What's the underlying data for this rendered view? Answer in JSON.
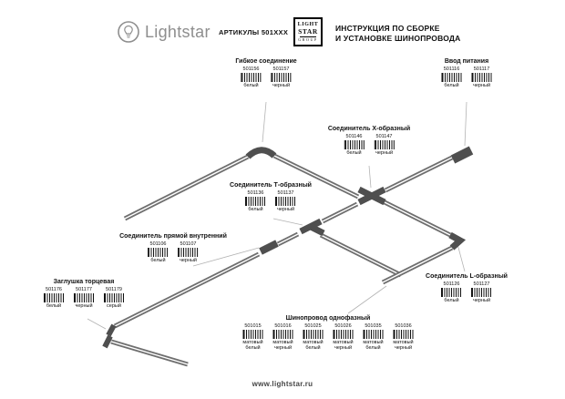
{
  "header": {
    "brand": "Lightstar",
    "brand_icon": "lightbulb-circle-icon",
    "articles_label": "АРТИКУЛЫ 501XXX",
    "logo_box": {
      "line1": "LIGHT",
      "line2": "STAR",
      "line3": "GROUP"
    },
    "title_line1": "ИНСТРУКЦИЯ ПО СБОРКЕ",
    "title_line2": "И УСТАНОВКЕ ШИНОПРОВОДА"
  },
  "components": [
    {
      "id": "flexible-connector",
      "name": "Гибкое соединение",
      "items": [
        {
          "article": "501156",
          "color": "белый"
        },
        {
          "article": "501157",
          "color": "черный"
        }
      ]
    },
    {
      "id": "power-input",
      "name": "Ввод питания",
      "items": [
        {
          "article": "501116",
          "color": "белый"
        },
        {
          "article": "501117",
          "color": "черный"
        }
      ]
    },
    {
      "id": "x-connector",
      "name": "Соединитель Х-образный",
      "items": [
        {
          "article": "501146",
          "color": "белый"
        },
        {
          "article": "501147",
          "color": "черный"
        }
      ]
    },
    {
      "id": "t-connector",
      "name": "Соединитель Т-образный",
      "items": [
        {
          "article": "501136",
          "color": "белый"
        },
        {
          "article": "501137",
          "color": "черный"
        }
      ]
    },
    {
      "id": "straight-inner-connector",
      "name": "Соединитель прямой внутренний",
      "items": [
        {
          "article": "501106",
          "color": "белый"
        },
        {
          "article": "501107",
          "color": "черный"
        }
      ]
    },
    {
      "id": "end-cap",
      "name": "Заглушка торцевая",
      "items": [
        {
          "article": "501176",
          "color": "белый"
        },
        {
          "article": "501177",
          "color": "черный"
        },
        {
          "article": "501179",
          "color": "серый"
        }
      ]
    },
    {
      "id": "l-connector",
      "name": "Соединитель L-образный",
      "items": [
        {
          "article": "501126",
          "color": "белый"
        },
        {
          "article": "501127",
          "color": "черный"
        }
      ]
    },
    {
      "id": "single-phase-track",
      "name": "Шинопровод однофазный",
      "items": [
        {
          "article": "501015",
          "color": "матовый белый"
        },
        {
          "article": "501016",
          "color": "матовый черный"
        },
        {
          "article": "501025",
          "color": "матовый белый"
        },
        {
          "article": "501026",
          "color": "матовый черный"
        },
        {
          "article": "501035",
          "color": "матовый белый"
        },
        {
          "article": "501036",
          "color": "матовый черный"
        }
      ]
    }
  ],
  "footer": {
    "url": "www.lightstar.ru"
  },
  "colors": {
    "track": "#6f6f6f",
    "piece": "#4f4f4f",
    "leader": "#b3b3b3",
    "text": "#111111",
    "brand_gray": "#8e8e8e"
  }
}
